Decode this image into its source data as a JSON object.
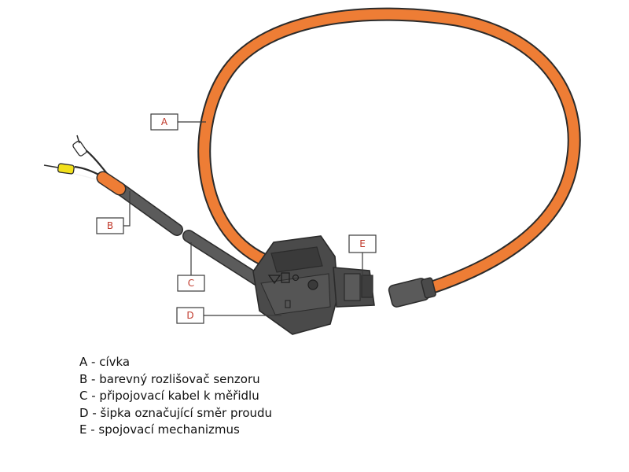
{
  "callouts": {
    "a": {
      "letter": "A"
    },
    "b": {
      "letter": "B"
    },
    "c": {
      "letter": "C"
    },
    "d": {
      "letter": "D"
    },
    "e": {
      "letter": "E"
    }
  },
  "legend": {
    "items": [
      {
        "text": "A - cívka"
      },
      {
        "text": "B - barevný rozlišovač senzoru"
      },
      {
        "text": "C - připojovací kabel k měřidlu"
      },
      {
        "text": "D - šipka označující směr proudu"
      },
      {
        "text": "E - spojovací mechanizmus"
      }
    ]
  },
  "colors": {
    "coil_orange": "#ee7d35",
    "cable_grey": "#5b5b5b",
    "housing_grey": "#4a4a4a",
    "label_red": "#c0392b"
  }
}
